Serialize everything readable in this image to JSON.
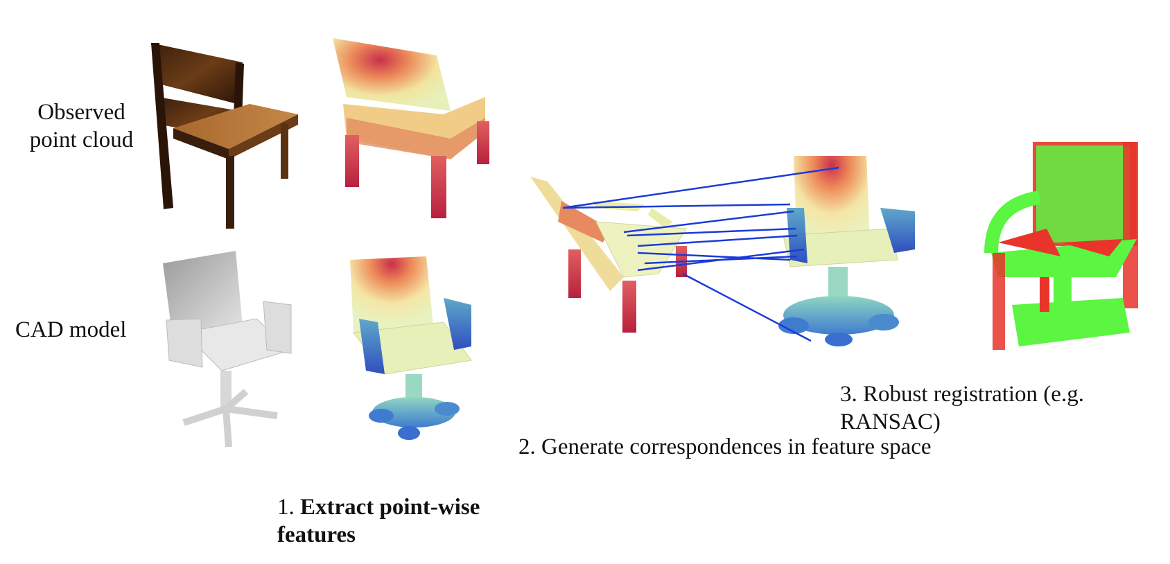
{
  "labels": {
    "observed": "Observed point cloud",
    "cad": "CAD model"
  },
  "steps": {
    "step1_num": "1.",
    "step1_text": "Extract point-wise features",
    "step2": "2. Generate correspondences in feature space",
    "step3": "3. Robust registration (e.g. RANSAC)"
  },
  "colors": {
    "heat_hot": "#c9304a",
    "heat_mid": "#f2d98a",
    "heat_cool": "#5fb0c9",
    "heat_cold": "#2f4fbf",
    "correspondence_line": "#1a3bd6",
    "inlier": "#5bf542",
    "outlier": "#e8342a",
    "observed_wood": "#8a5a2b",
    "cad_gray": "#cfcfcf"
  },
  "correspondence_count": 9
}
